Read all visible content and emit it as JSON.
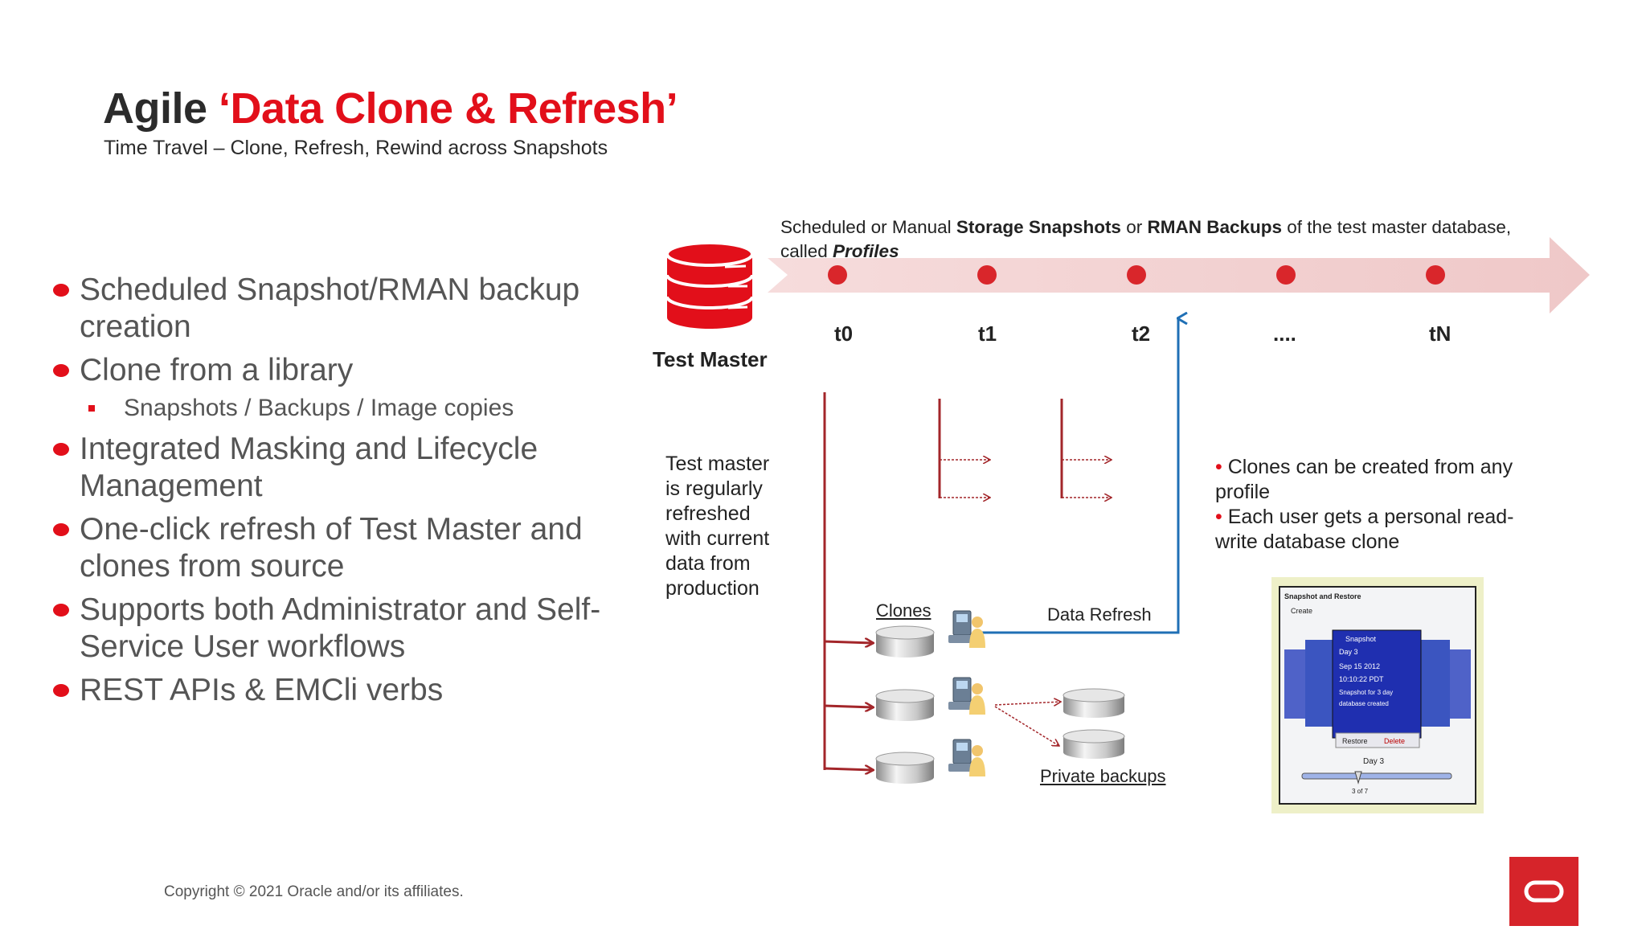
{
  "slide": {
    "title_part1": "Agile ",
    "title_part2": "‘Data Clone & Refresh’",
    "subtitle": "Time Travel – Clone, Refresh, Rewind across Snapshots",
    "copyright": "Copyright © 2021 Oracle and/or its affiliates."
  },
  "bullets": [
    {
      "text": "Scheduled Snapshot/RMAN backup creation"
    },
    {
      "text": "Clone from a library",
      "sub": [
        "Snapshots / Backups / Image copies"
      ]
    },
    {
      "text": "Integrated Masking and Lifecycle Management"
    },
    {
      "text": "One-click refresh of Test Master and clones from source"
    },
    {
      "text": "Supports both Administrator and Self-Service User workflows"
    },
    {
      "text": "REST APIs & EMCli verbs"
    }
  ],
  "diagram": {
    "snapshot_note": {
      "p1": "Scheduled or Manual ",
      "b1": "Storage Snapshots",
      "p2": " or ",
      "b2": "RMAN Backups",
      "p3": " of the test master database, called ",
      "b3": "Profiles"
    },
    "timeline_labels": [
      "t0",
      "t1",
      "t2",
      "....",
      "tN"
    ],
    "test_master_label": "Test Master",
    "test_master_text": "Test master is regularly refreshed with current data from production",
    "clones_label": "Clones",
    "data_refresh_label": "Data Refresh",
    "private_backups_label": "Private backups",
    "clones_note": [
      "Clones can be created from any profile",
      "Each user gets a personal read-write database clone"
    ],
    "bullet_mark": "•",
    "colors": {
      "accent_red": "#e20f1a",
      "arrow_dark_red": "#a3262a",
      "refresh_blue": "#1f6fb5",
      "timeline_band": "#f2cfcf"
    }
  },
  "screenshot_panel": {
    "title": "Snapshot and Restore",
    "create": "Create",
    "card_title": "Snapshot",
    "card_day": "Day 3",
    "card_date": "Sep 15 2012",
    "card_time": "10:10:22 PDT",
    "card_desc1": "Snapshot for 3 day",
    "card_desc2": "database created",
    "restore": "Restore",
    "delete": "Delete",
    "slider_label": "Day 3",
    "slider_count": "3 of 7"
  }
}
